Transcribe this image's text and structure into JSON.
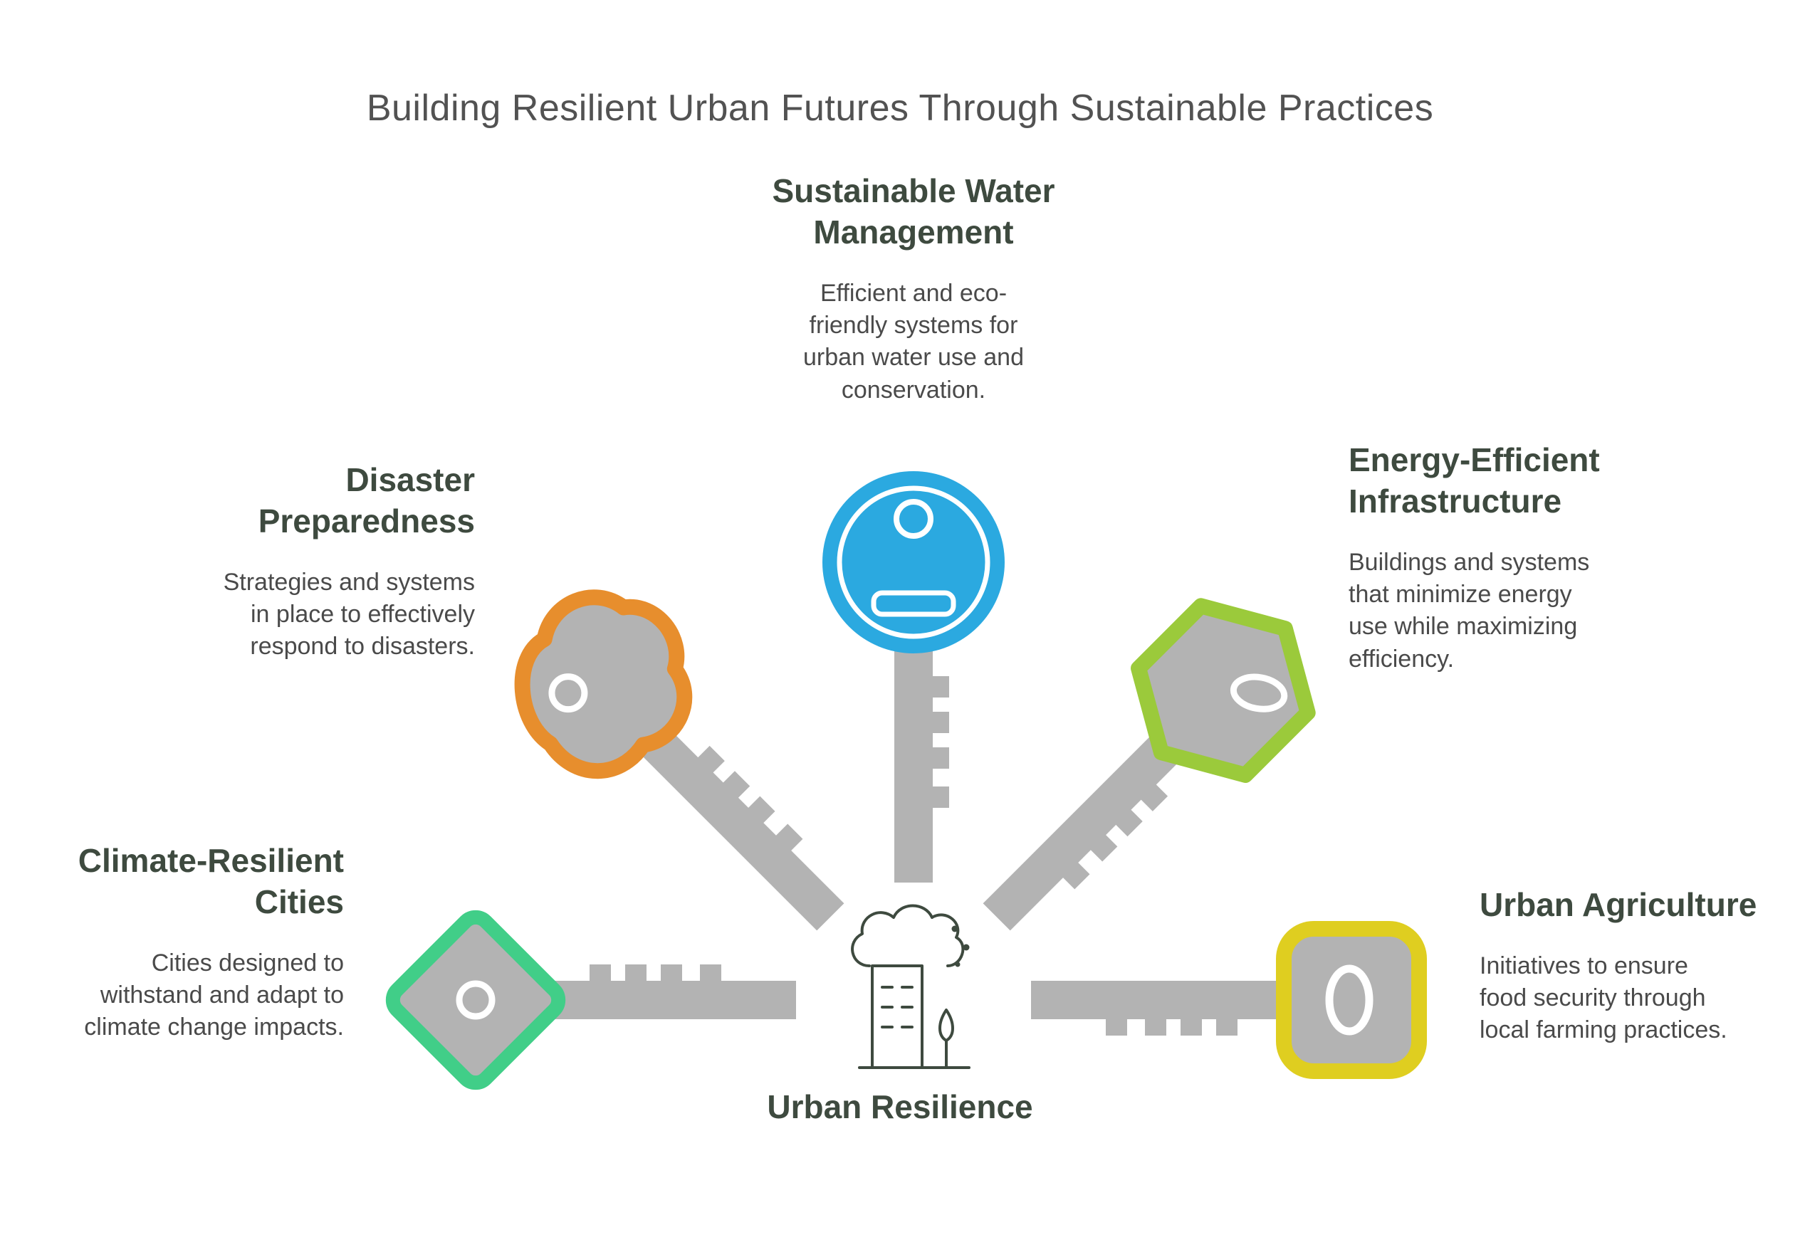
{
  "title": "Building Resilient Urban Futures Through Sustainable Practices",
  "center_label": "Urban Resilience",
  "colors": {
    "water": "#2BA9E0",
    "energy": "#9BCA3B",
    "agriculture": "#DFCE20",
    "disaster": "#E78E2D",
    "climate": "#41CE88",
    "key_gray": "#B3B3B3",
    "heading": "#3E4A3F",
    "body_text": "#4A4A4A",
    "icon_line": "#3E4A3F"
  },
  "sections": {
    "water": {
      "heading": "Sustainable Water\nManagement",
      "description": "Efficient and eco-\nfriendly systems for\nurban water use and\nconservation."
    },
    "energy": {
      "heading": "Energy-Efficient\nInfrastructure",
      "description": "Buildings and systems\nthat minimize energy\nuse while maximizing\nefficiency."
    },
    "agriculture": {
      "heading": "Urban Agriculture",
      "description": "Initiatives to ensure\nfood security through\nlocal farming practices."
    },
    "disaster": {
      "heading": "Disaster\nPreparedness",
      "description": "Strategies and systems\nin place to effectively\nrespond to disasters."
    },
    "climate": {
      "heading": "Climate-Resilient\nCities",
      "description": "Cities designed to\nwithstand and adapt to\nclimate change impacts."
    }
  }
}
